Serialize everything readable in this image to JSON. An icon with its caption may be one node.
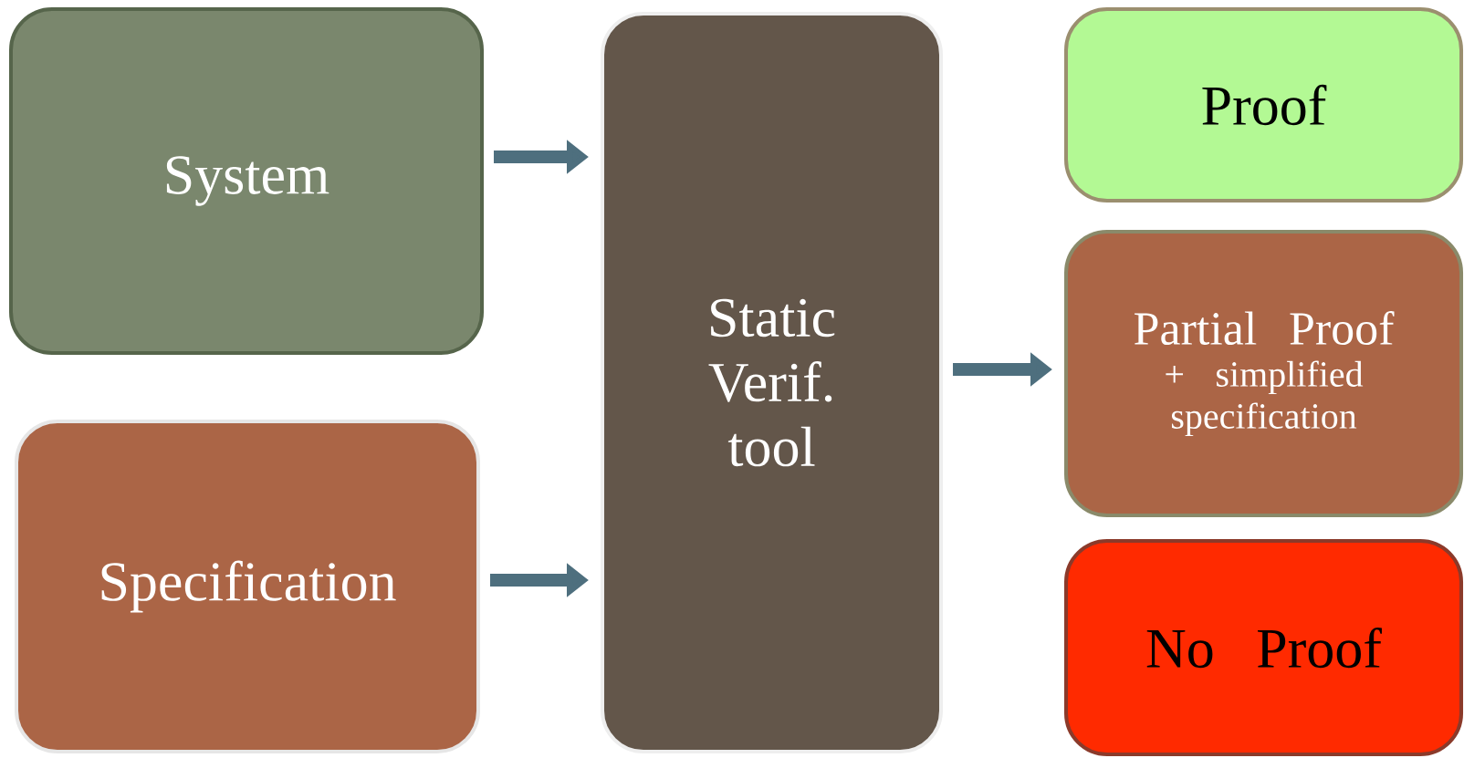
{
  "diagram": {
    "nodes": [
      {
        "text": [
          "System"
        ]
      },
      {
        "text": [
          "Specification"
        ]
      },
      {
        "text": [
          "Static Verif. tool"
        ]
      },
      {
        "text": [
          "Proof"
        ]
      },
      {
        "text": [
          "Partial Proof",
          "+ simplified specification"
        ]
      },
      {
        "text": [
          "No Proof"
        ]
      }
    ],
    "edges": [
      {
        "from": 0,
        "to": 2,
        "arrow": "to"
      },
      {
        "from": 1,
        "to": 2,
        "arrow": "to"
      },
      {
        "from": 2,
        "to": 4,
        "arrow": "to"
      }
    ]
  }
}
